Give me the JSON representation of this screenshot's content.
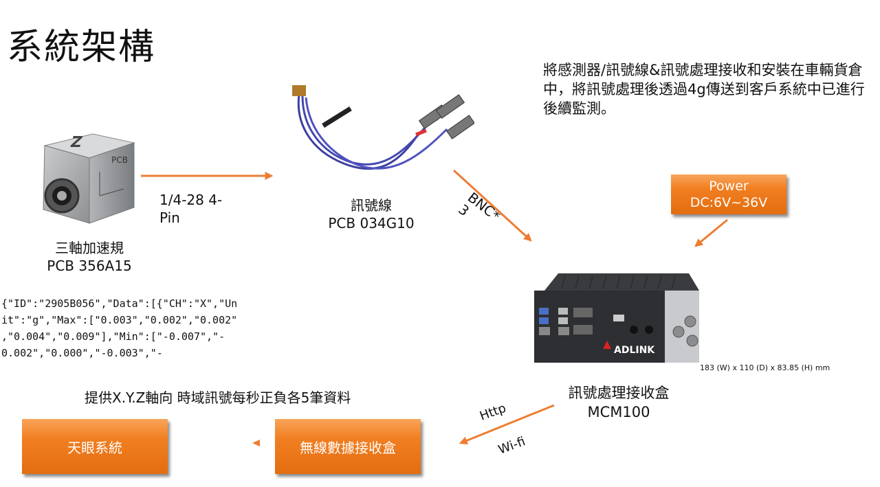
{
  "title": "系統架構",
  "description": "將感測器/訊號線&訊號處理接收和安裝在車輛貨倉中，將訊號處理後透過4g傳送到客戶系統中已進行後續監測。",
  "sensor": {
    "name": "三軸加速規",
    "model": "PCB 356A15",
    "face_letter": "Z",
    "brand": "PCB"
  },
  "cable": {
    "name": "訊號線",
    "model": "PCB 034G10"
  },
  "link_sensor_cable": {
    "line1": "1/4-28 4-",
    "line2": "Pin"
  },
  "link_cable_box": {
    "line1": "BNC*",
    "line2": "3"
  },
  "power": {
    "line1": "Power",
    "line2": "DC:6V~36V"
  },
  "processor": {
    "name": "訊號處理接收盒",
    "model": "MCM100",
    "dimensions": "183 (W) x 110 (D) x 83.85 (H) mm",
    "brand": "ADLINK"
  },
  "json_sample": {
    "line1": "{\"ID\":\"2905B056\",\"Data\":[{\"CH\":\"X\",\"Un",
    "line2": "it\":\"g\",\"Max\":[\"0.003\",\"0.002\",\"0.002\"",
    "line3": ",\"0.004\",\"0.009\"],\"Min\":[\"-0.007\",\"-",
    "line4": "0.002\",\"0.000\",\"-0.003\",\"-"
  },
  "data_note": "提供X.Y.Z軸向 時域訊號每秒正負各5筆資料",
  "link_box_receiver": {
    "line1": "Http",
    "line2": "Wi-fi"
  },
  "receiver": {
    "label": "無線數據接收盒"
  },
  "system": {
    "label": "天眼系統"
  },
  "colors": {
    "arrow": "#ED7D31",
    "button": "#F08020"
  }
}
